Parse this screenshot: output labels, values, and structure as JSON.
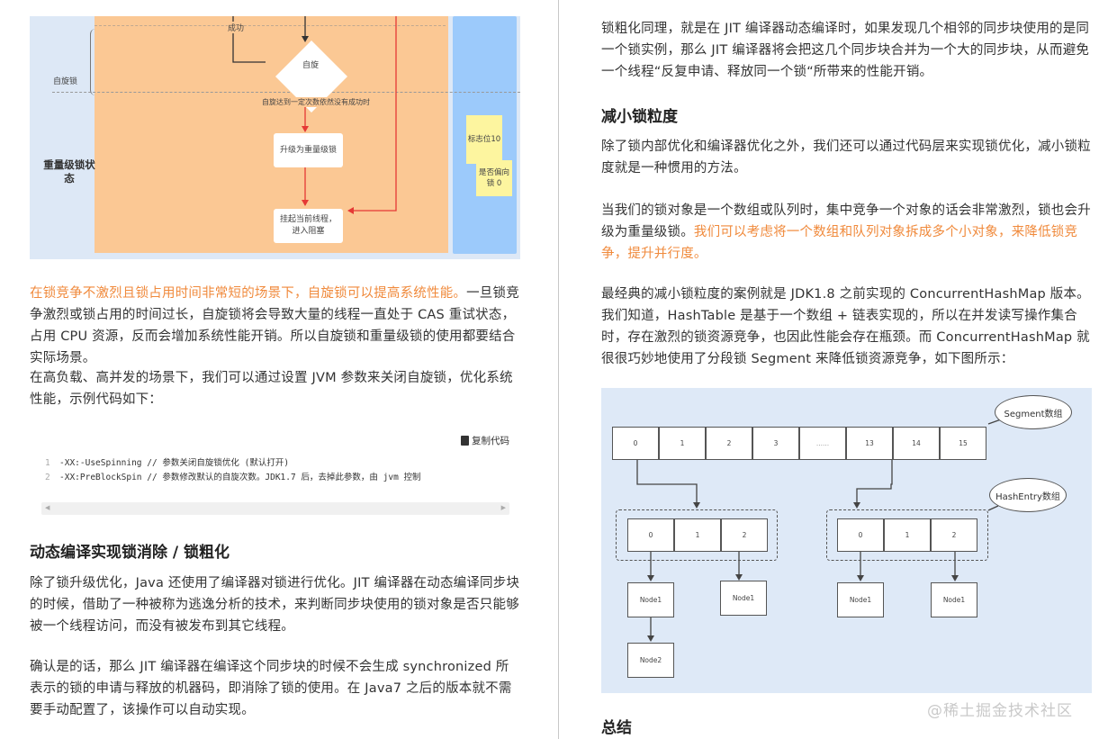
{
  "left_column": {
    "diagram": {
      "labels": {
        "success": "成功",
        "spin_lock": "自旋锁",
        "heavy_lock_state": "重量级锁状态",
        "spin_decision": "自旋",
        "spin_fail_edge": "自旋达到一定次数依然没有成功时",
        "upgrade_box": "升级为重量级锁",
        "suspend_box": "挂起当前线程，进入阻塞",
        "note_flag": "标志位10",
        "note_biased": "是否偏向锁 0"
      },
      "colors": {
        "background": "#dde8f6",
        "orange_area": "#fbc894",
        "blue_area": "#9ccafb",
        "red_arrow": "#e53935",
        "note": "#fdf59f"
      }
    },
    "para1_orange": "在锁竞争不激烈且锁占用时间非常短的场景下，自旋锁可以提高系统性能。",
    "para1_rest": "一旦锁竞争激烈或锁占用的时间过长，自旋锁将会导致大量的线程一直处于 CAS 重试状态，占用 CPU 资源，反而会增加系统性能开销。所以自旋锁和重量级锁的使用都要结合实际场景。",
    "para2": "在高负载、高并发的场景下，我们可以通过设置 JVM 参数来关闭自旋锁，优化系统性能，示例代码如下：",
    "copy_code_label": "复制代码",
    "code_lines": [
      {
        "num": "1",
        "text": "-XX:-UseSpinning // 参数关闭自旋锁优化 (默认打开)"
      },
      {
        "num": "2",
        "text": "-XX:PreBlockSpin // 参数修改默认的自旋次数。JDK1.7 后，去掉此参数，由 jvm 控制"
      }
    ],
    "scroll_left": "◀",
    "scroll_right": "▶",
    "heading_lock_elim": "动态编译实现锁消除 / 锁粗化",
    "para3": "除了锁升级优化，Java 还使用了编译器对锁进行优化。JIT 编译器在动态编译同步块的时候，借助了一种被称为逃逸分析的技术，来判断同步块使用的锁对象是否只能够被一个线程访问，而没有被发布到其它线程。",
    "para4": "确认是的话，那么 JIT 编译器在编译这个同步块的时候不会生成 synchronized 所表示的锁的申请与释放的机器码，即消除了锁的使用。在 Java7 之后的版本就不需要手动配置了，该操作可以自动实现。"
  },
  "right_column": {
    "para1": "锁粗化同理，就是在 JIT 编译器动态编译时，如果发现几个相邻的同步块使用的是同一个锁实例，那么 JIT 编译器将会把这几个同步块合并为一个大的同步块，从而避免一个线程“反复申请、释放同一个锁“所带来的性能开销。",
    "heading_granularity": "减小锁粒度",
    "para2": "除了锁内部优化和编译器优化之外，我们还可以通过代码层来实现锁优化，减小锁粒度就是一种惯用的方法。",
    "para3_plain": "当我们的锁对象是一个数组或队列时，集中竞争一个对象的话会非常激烈，锁也会升级为重量级锁。",
    "para3_orange": "我们可以考虑将一个数组和队列对象拆成多个小对象，来降低锁竞争，提升并行度。",
    "para4": "最经典的减小锁粒度的案例就是 JDK1.8 之前实现的 ConcurrentHashMap 版本。我们知道，HashTable 是基于一个数组 + 链表实现的，所以在并发读写操作集合时，存在激烈的锁资源竞争，也因此性能会存在瓶颈。而 ConcurrentHashMap 就很很巧妙地使用了分段锁 Segment 来降低锁资源竞争，如下图所示：",
    "diagram": {
      "segment_bubble": "Segment数组",
      "hashentry_bubble": "HashEntry数组",
      "segment_cells": [
        "0",
        "1",
        "2",
        "3",
        "......",
        "13",
        "14",
        "15"
      ],
      "hashentry_left": [
        "0",
        "1",
        "2"
      ],
      "hashentry_right": [
        "0",
        "1",
        "2"
      ],
      "nodes": [
        "Node1",
        "Node1",
        "Node1",
        "Node1",
        "Node2"
      ]
    },
    "heading_summary": "总结",
    "watermark": "@稀土掘金技术社区"
  }
}
